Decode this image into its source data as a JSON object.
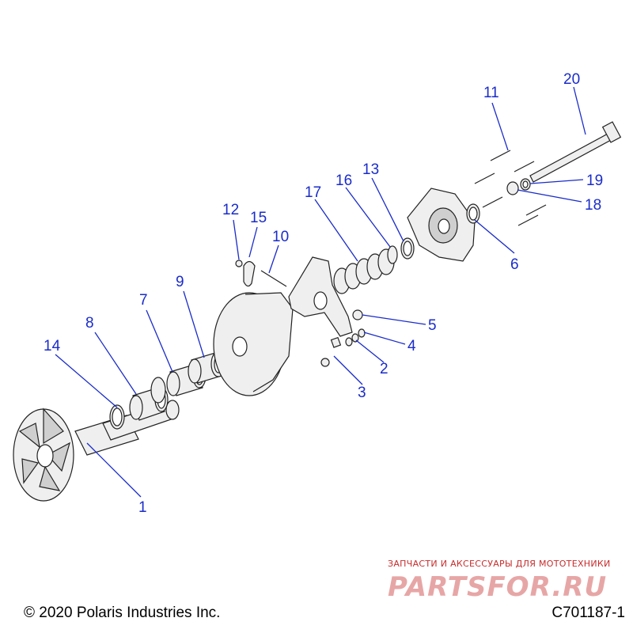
{
  "diagram": {
    "callouts": [
      {
        "id": "1",
        "text": "1"
      },
      {
        "id": "2",
        "text": "2"
      },
      {
        "id": "3",
        "text": "3"
      },
      {
        "id": "4",
        "text": "4"
      },
      {
        "id": "5",
        "text": "5"
      },
      {
        "id": "6",
        "text": "6"
      },
      {
        "id": "7",
        "text": "7"
      },
      {
        "id": "8",
        "text": "8"
      },
      {
        "id": "9",
        "text": "9"
      },
      {
        "id": "10",
        "text": "10"
      },
      {
        "id": "11",
        "text": "11"
      },
      {
        "id": "12",
        "text": "12"
      },
      {
        "id": "13",
        "text": "13"
      },
      {
        "id": "14",
        "text": "14"
      },
      {
        "id": "15",
        "text": "15"
      },
      {
        "id": "16",
        "text": "16"
      },
      {
        "id": "17",
        "text": "17"
      },
      {
        "id": "18",
        "text": "18"
      },
      {
        "id": "19",
        "text": "19"
      },
      {
        "id": "20",
        "text": "20"
      }
    ],
    "callout_color": "#1a2cc9"
  },
  "footer": {
    "copyright": "© 2020 Polaris Industries Inc.",
    "drawing_code": "C701187-1"
  },
  "watermark": {
    "tagline": "ЗАПЧАСТИ И АКСЕССУАРЫ ДЛЯ МОТОТЕХНИКИ",
    "logo": "PARTSFOR.RU"
  }
}
